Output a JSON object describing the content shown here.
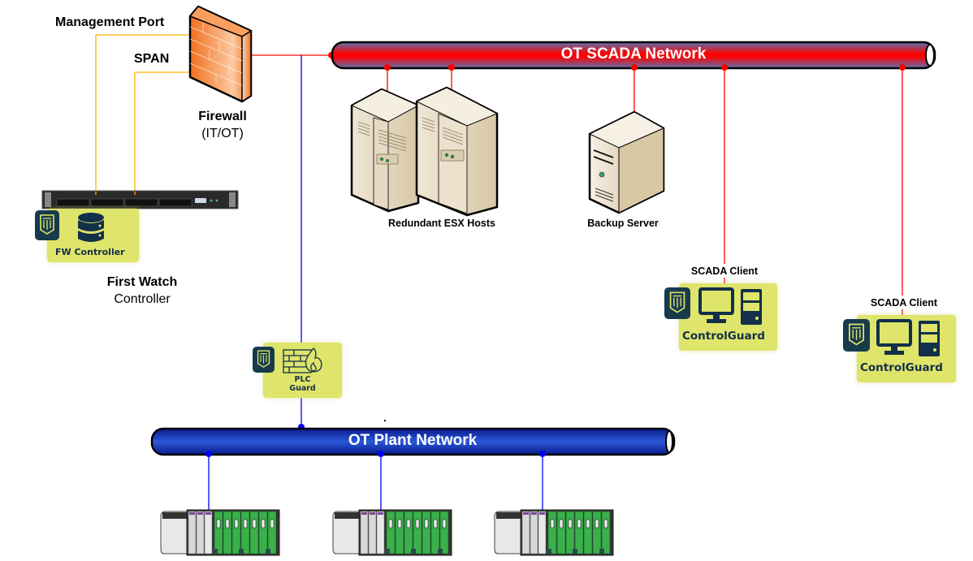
{
  "diagram": {
    "firewall": {
      "icon": "firewall-icon",
      "title": "Firewall",
      "subtitle": "(IT/OT)",
      "ports": {
        "management_label": "Management Port",
        "span_label": "SPAN"
      }
    },
    "first_watch": {
      "title": "First Watch",
      "subtitle": "Controller",
      "badge_label": "FW Controller",
      "icons": [
        "rack-server-icon",
        "shield-logo-icon",
        "database-icon"
      ]
    },
    "networks": {
      "scada": {
        "label": "OT SCADA Network",
        "color": "#ff0000"
      },
      "plant": {
        "label": "OT Plant Network",
        "color": "#0000ff"
      }
    },
    "scada_devices": {
      "esx_hosts_label": "Redundant ESX Hosts",
      "backup_server_label": "Backup Server",
      "clients": [
        {
          "label": "SCADA Client",
          "badge_label": "ControlGuard"
        },
        {
          "label": "SCADA Client",
          "badge_label": "ControlGuard"
        }
      ]
    },
    "plc_guard": {
      "badge_line1": "PLC",
      "badge_line2": "Guard",
      "icon": "brick-flame-icon"
    },
    "plcs": [
      {
        "icon": "plc-rack-icon"
      },
      {
        "icon": "plc-rack-icon"
      },
      {
        "icon": "plc-rack-icon"
      }
    ],
    "colors": {
      "mgmt_link": "#ffb400",
      "scada_link": "#ff0000",
      "plant_link": "#0000ff",
      "badge_bg": "#dfe46a",
      "badge_fg": "#123049"
    }
  }
}
